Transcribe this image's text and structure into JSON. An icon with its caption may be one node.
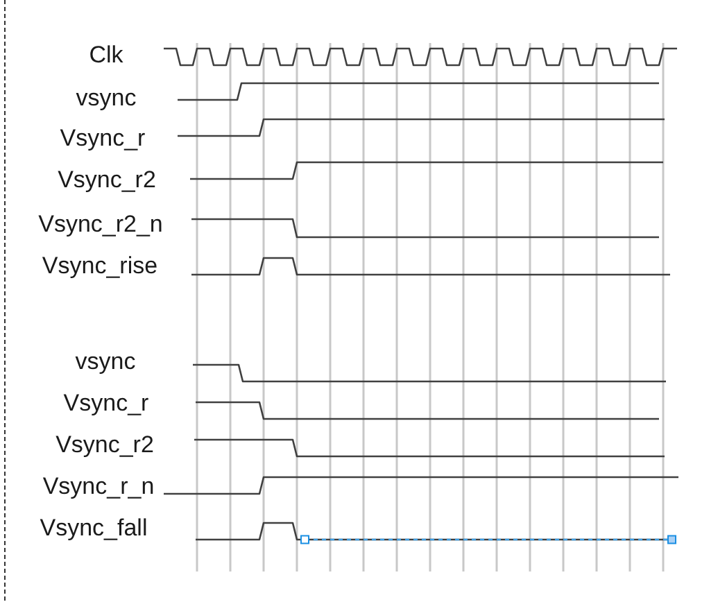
{
  "diagram": {
    "labels": [
      "Clk",
      "vsync",
      "Vsync_r",
      "Vsync_r2",
      "Vsync_r2_n",
      "Vsync_rise",
      "vsync",
      "Vsync_r",
      "Vsync_r2",
      "Vsync_r_n",
      "Vsync_fall"
    ]
  }
}
